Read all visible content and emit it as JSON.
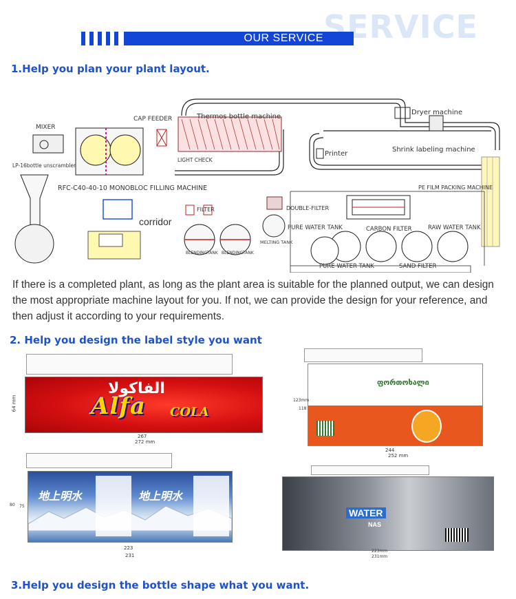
{
  "header": {
    "watermark": "SERVICE",
    "banner_label": "OUR SERVICE",
    "accent_color": "#1346d6"
  },
  "section1": {
    "title": "1.Help you plan your plant layout.",
    "diagram_labels": {
      "mixer": "MIXER",
      "lp16": "LP-16bottle unscrambler",
      "cap_feeder": "CAP FEEDER",
      "thermos": "Thermos bottle machine",
      "dryer": "Dryer machine",
      "printer": "Printer",
      "shrink": "Shrink labeling machine",
      "light_check": "LIGHT CHECK",
      "rfc": "RFC-C40-40-10 MONOBLOC FILLING MACHINE",
      "pe_film": "PE FILM PACKING MACHINE",
      "filter": "FILTER",
      "double_filter": "DOUBLE-FILTER",
      "corridor": "corridor",
      "pure_water_tank_top": "PURE WATER TANK",
      "carbon_filter": "CARBON FILTER",
      "raw_water_tank": "RAW WATER TANK",
      "melting_tank": "MELTING TANK",
      "blending_tank_1": "BLENDINGTANK",
      "blending_tank_2": "BLENDINGTANK",
      "pure_water_tank_bottom": "PURE WATER TANK",
      "sand_filter": "SAND FILTER"
    },
    "paragraph": "If there is a completed plant, as long as the plant area is suitable for the planned output, we can design the most appropriate machine layout for you. If not, we can provide the design for your reference, and then adjust it according to your requirements."
  },
  "section2": {
    "title": "2. Help you design the label style you want",
    "alfa": {
      "brand": "Alfa",
      "sub": "COLA",
      "arabic": "الفاكولا",
      "dim_height": "64 mm",
      "dim_inner": "267",
      "dim_outer": "272 mm"
    },
    "orange": {
      "brand": "ფორთოხალი",
      "dim_inner": "244",
      "dim_outer": "252 mm",
      "dim_h1": "123mm",
      "dim_h2": "118"
    },
    "water_cn": {
      "title_left": "地上明水",
      "title_right": "地上明水",
      "dim_inner": "223",
      "dim_outer": "231",
      "dim_h": "80",
      "dim_h_inner": "75"
    },
    "grey": {
      "word": "WATER",
      "brand": "NAS",
      "dim_inner": "223mm",
      "dim_outer": "231mm"
    }
  },
  "section3": {
    "title": "3.Help you design the bottle shape what you want."
  }
}
